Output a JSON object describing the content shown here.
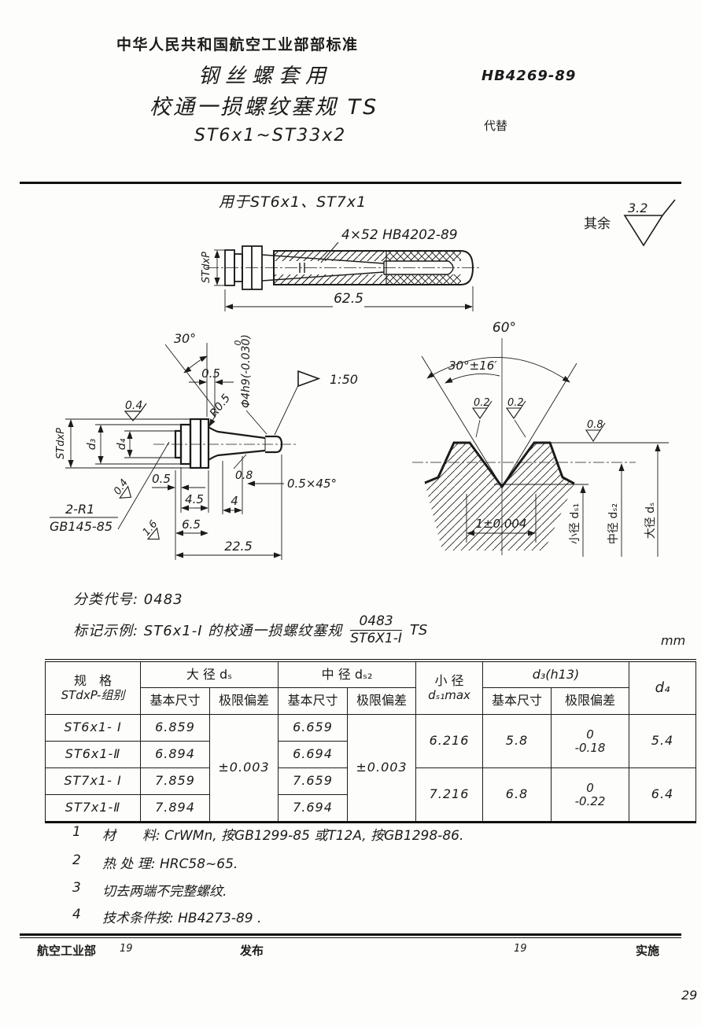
{
  "header": {
    "org_standard": "中华人民共和国航空工业部部标准",
    "title_line1": "钢丝螺套用",
    "title_line2": "校通一损螺纹塞规 TS",
    "title_range": "ST6x1~ST33x2",
    "standard_no": "HB4269-89",
    "replaces": "代替"
  },
  "general_finish": {
    "label": "其余",
    "value": "3.2"
  },
  "drawing1": {
    "caption": "用于ST6x1、ST7x1",
    "callout": "4×52  HB4202-89",
    "overall_length": "62.5",
    "thread_label": "STdxP"
  },
  "drawing2": {
    "angle_30": "30°",
    "dim_05_top": "0.5",
    "dia_tip_upper": "0",
    "dia_tip": "Φ4h9(-0.030)",
    "radius": "R0.5",
    "taper": "1:50",
    "finish_04_top": "0.4",
    "thread_label": "STdxP",
    "d3": "d₃",
    "d4": "d₄",
    "finish_04_left": "0.4",
    "dim_05_left": "0.5",
    "dim_45": "4.5",
    "dim_4": "4",
    "finish_08": "0.8",
    "chamfer": "0.5×45°",
    "fillet_1": "2-R1",
    "fillet_2": "GB145-85",
    "finish_16": "1.6",
    "dim_65": "6.5",
    "dim_225": "22.5"
  },
  "drawing3": {
    "angle_60": "60°",
    "angle_30": "30°±16′",
    "finish_left": "0.2",
    "finish_right": "0.2",
    "finish_major": "0.8",
    "pitch_dim": "1±0.004",
    "minor_label": "小径 dₛ₁",
    "pitch_label": "中径 dₛ₂",
    "major_label": "大径 dₛ"
  },
  "classification": {
    "code_line": "分类代号: 0483",
    "example_prefix": "标记示例: ST6x1-Ⅰ 的校通一损螺纹塞规",
    "frac_top": "0483",
    "frac_bottom": "ST6X1-Ⅰ",
    "suffix": "TS"
  },
  "table": {
    "unit": "mm",
    "spec_top": "规　格",
    "spec_bottom": "STdxP-组别",
    "major_header": "大 径 dₛ",
    "pitch_header": "中 径 dₛ₂",
    "minor_top": "小 径",
    "minor_bottom": "dₛ₁max",
    "d3_header": "d₃(h13)",
    "d4_header": "d₄",
    "basic": "基本尺寸",
    "deviation": "极限偏差",
    "ds_dev": "±0.003",
    "ds2_dev": "±0.003",
    "rows": [
      {
        "spec": "ST6x1- Ⅰ",
        "ds": "6.859",
        "ds2": "6.659"
      },
      {
        "spec": "ST6x1-Ⅱ",
        "ds": "6.894",
        "ds2": "6.694"
      },
      {
        "spec": "ST7x1- Ⅰ",
        "ds": "7.859",
        "ds2": "7.659"
      },
      {
        "spec": "ST7x1-Ⅱ",
        "ds": "7.894",
        "ds2": "7.694"
      }
    ],
    "groups": [
      {
        "ds1max": "6.216",
        "d3": "5.8",
        "dev_u": "0",
        "dev_l": "-0.18",
        "d4": "5.4"
      },
      {
        "ds1max": "7.216",
        "d3": "6.8",
        "dev_u": "0",
        "dev_l": "-0.22",
        "d4": "6.4"
      }
    ]
  },
  "notes": {
    "items": [
      {
        "num": "1",
        "text": "材　　料: CrWMn, 按GB1299-85  或T12A, 按GB1298-86."
      },
      {
        "num": "2",
        "text": "热 处 理: HRC58~65."
      },
      {
        "num": "3",
        "text": "切去两端不完整螺纹."
      },
      {
        "num": "4",
        "text": "技术条件按: HB4273-89 ."
      }
    ]
  },
  "footer": {
    "issuer": "航空工业部",
    "issue_year": "19",
    "publish": "发布",
    "impl_year": "19",
    "implement": "实施",
    "page_number": "29"
  }
}
